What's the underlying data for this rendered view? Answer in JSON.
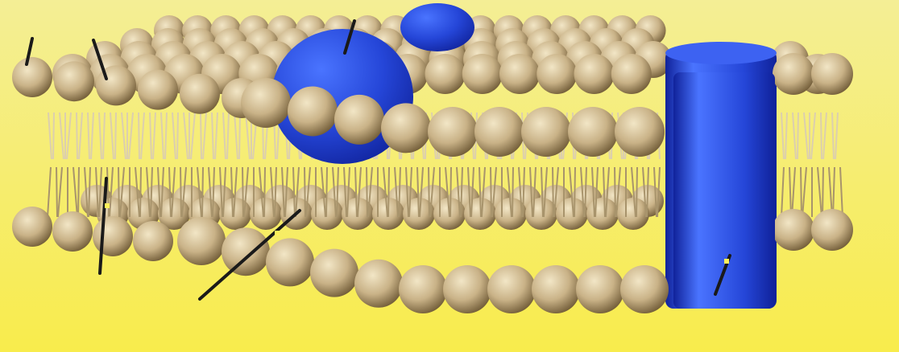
{
  "diagram": {
    "kind": "phospholipid-bilayer-illustration",
    "colors": {
      "background_top": "#f4ee95",
      "background_bottom": "#f8ec4c",
      "head_light": "#f2e6c6",
      "head_mid": "#c9b287",
      "head_dark": "#6f5a36",
      "tail": "#dccfae",
      "tail_shadow": "#a8946c",
      "protein_light": "#4a74ff",
      "protein_mid": "#2546d8",
      "protein_dark": "#10229a",
      "pointer": "#1a1a1a",
      "pointer_dot": "#fff15a"
    },
    "parts": [
      "top-phospholipid-head-layer",
      "bottom-phospholipid-head-layer",
      "fatty-acid-tail-region",
      "peripheral-protein",
      "integral-protein-dome",
      "channel-protein"
    ],
    "pointers": [
      "pointer-top-left",
      "pointer-top-second",
      "pointer-protein-dome",
      "pointer-tails-left",
      "pointer-bottom-diagonal",
      "pointer-channel-protein"
    ]
  }
}
